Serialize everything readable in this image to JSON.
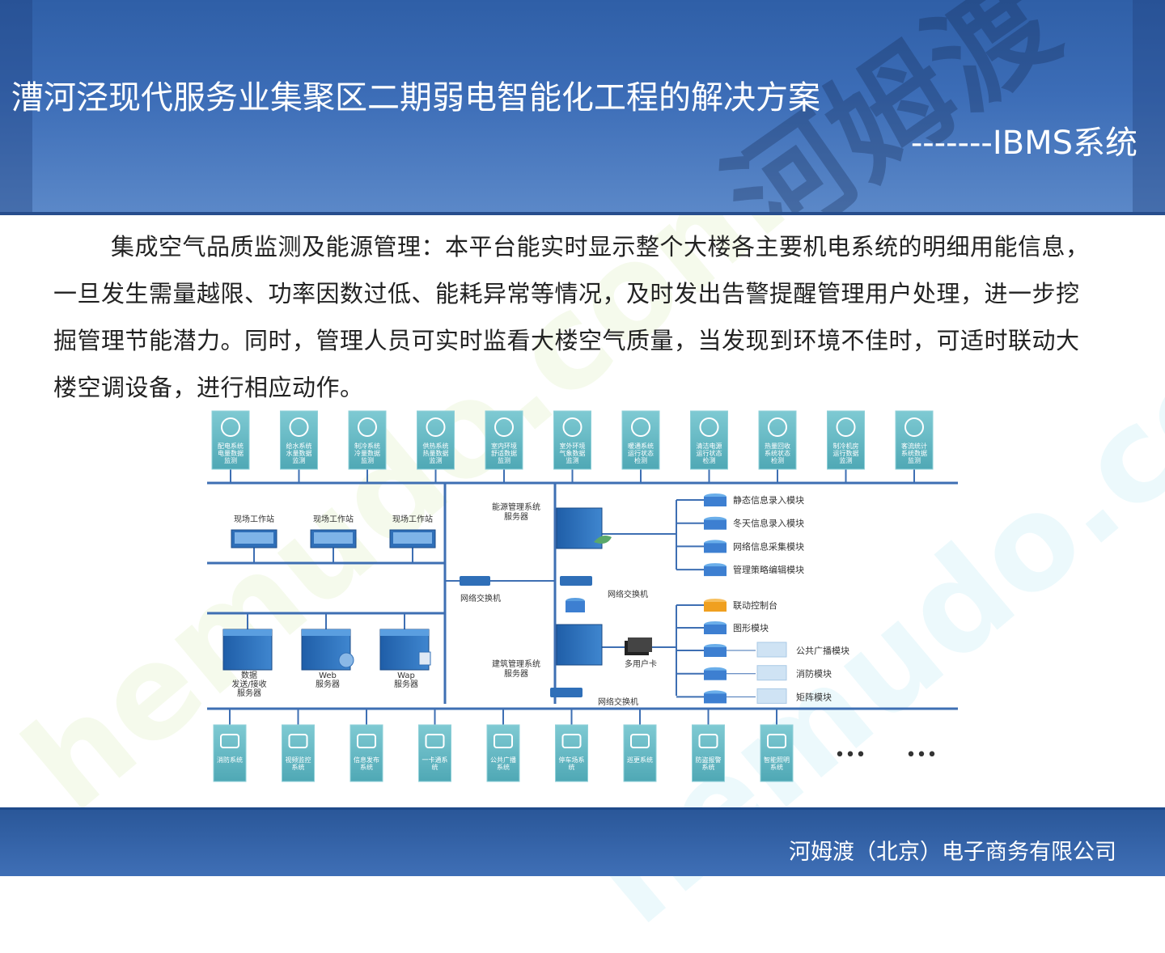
{
  "header": {
    "title": "漕河泾现代服务业集聚区二期弱电智能化工程的解决方案",
    "subtitle": "-------IBMS系统"
  },
  "body": {
    "paragraph": "集成空气品质监测及能源管理：本平台能实时显示整个大楼各主要机电系统的明细用能信息，一旦发生需量越限、功率因数过低、能耗异常等情况，及时发出告警提醒管理用户处理，进一步挖掘管理节能潜力。同时，管理人员可实时监看大楼空气质量，当发现到环境不佳时，可适时联动大楼空调设备，进行相应动作。"
  },
  "diagram": {
    "top_tiles": [
      {
        "label": [
          "配电系统",
          "电量数据",
          "监测"
        ],
        "icon": "power-tower-icon"
      },
      {
        "label": [
          "给水系统",
          "水量数据",
          "监测"
        ],
        "icon": "water-drop-icon"
      },
      {
        "label": [
          "制冷系统",
          "冷量数据",
          "监测"
        ],
        "icon": "snowflake-icon"
      },
      {
        "label": [
          "供热系统",
          "热量数据",
          "监测"
        ],
        "icon": "sun-icon"
      },
      {
        "label": [
          "室内环境",
          "舒适数据",
          "监测"
        ],
        "icon": "thermometer-icon"
      },
      {
        "label": [
          "室外环境",
          "气象数据",
          "监测"
        ],
        "icon": "cloud-icon"
      },
      {
        "label": [
          "暖通系统",
          "运行状态",
          "检测"
        ],
        "icon": "fan-icon"
      },
      {
        "label": [
          "清洁电源",
          "运行状态",
          "检测"
        ],
        "icon": "battery-icon"
      },
      {
        "label": [
          "热量回收",
          "系统状态",
          "检测"
        ],
        "icon": "recycle-icon"
      },
      {
        "label": [
          "制冷机房",
          "运行数据",
          "监测"
        ],
        "icon": "layers-icon"
      },
      {
        "label": [
          "客流统计",
          "系统数据",
          "监测"
        ],
        "icon": "people-icon"
      }
    ],
    "workstations": [
      "现场工作站",
      "现场工作站",
      "现场工作站"
    ],
    "energy_server": [
      "能源管理系统",
      "服务器"
    ],
    "building_server": [
      "建筑管理系统",
      "服务器"
    ],
    "switch_label": "网络交换机",
    "multi_card": "多用户卡",
    "servers": [
      {
        "label": [
          "数据",
          "发送/接收",
          "服务器"
        ]
      },
      {
        "label": [
          "Web",
          "服务器"
        ]
      },
      {
        "label": [
          "Wap",
          "服务器"
        ]
      }
    ],
    "energy_modules": [
      "静态信息录入模块",
      "冬天信息录入模块",
      "网络信息采集模块",
      "管理策略编辑模块"
    ],
    "control_modules": [
      "联动控制台",
      "图形模块"
    ],
    "stack_modules": [
      "公共广播模块",
      "消防模块",
      "矩阵模块"
    ],
    "bottom_tiles": [
      {
        "label": [
          "消防系统"
        ],
        "icon": "fire-extinguisher-icon"
      },
      {
        "label": [
          "视频监控",
          "系统"
        ],
        "icon": "camera-icon"
      },
      {
        "label": [
          "信息发布",
          "系统"
        ],
        "icon": "display-board-icon"
      },
      {
        "label": [
          "一卡通系",
          "统"
        ],
        "icon": "id-card-icon"
      },
      {
        "label": [
          "公共广播",
          "系统"
        ],
        "icon": "megaphone-icon"
      },
      {
        "label": [
          "停车场系",
          "统"
        ],
        "icon": "parking-gate-icon"
      },
      {
        "label": [
          "巡更系统"
        ],
        "icon": "calculator-icon"
      },
      {
        "label": [
          "防盗报警",
          "系统"
        ],
        "icon": "alarm-icon"
      },
      {
        "label": [
          "智能照明",
          "系统"
        ],
        "icon": "bulb-icon"
      }
    ],
    "ellipsis": [
      "•••",
      "•••"
    ],
    "colors": {
      "tile": "#5fb8c4",
      "tile_dark": "#3f9aa8",
      "line": "#3e6fb3",
      "db": "#3d7fd1",
      "db_orange": "#f0a020",
      "server": "#2f6fb8"
    }
  },
  "footer": {
    "company": "河姆渡（北京）电子商务有限公司"
  },
  "watermarks": [
    "hemudo.com",
    "河姆渡"
  ]
}
